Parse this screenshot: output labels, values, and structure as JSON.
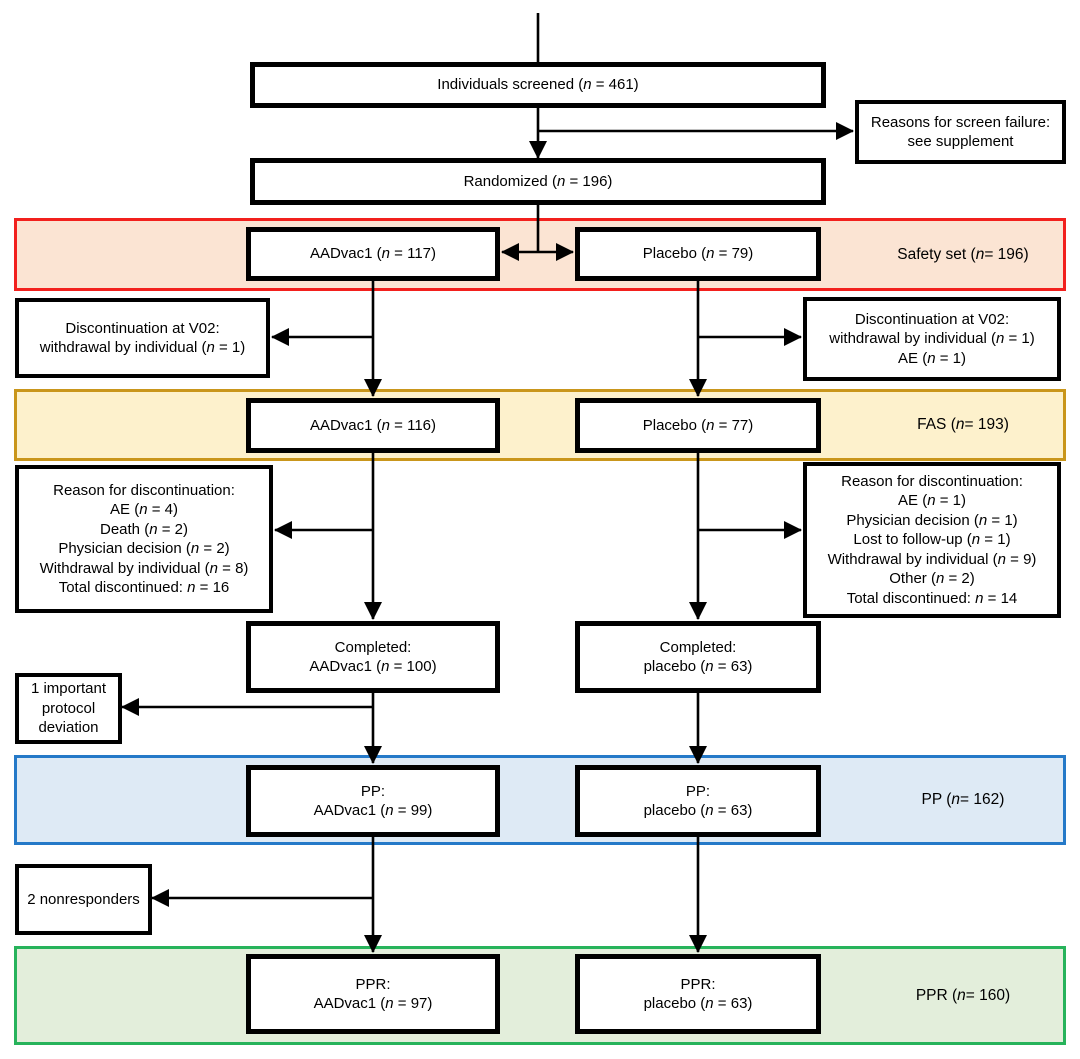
{
  "figure": {
    "type": "consort-flow-diagram",
    "boxes": {
      "screened": [
        "Individuals screened (*n* = 461)"
      ],
      "screen_failure": [
        "Reasons for screen failure:",
        "see supplement"
      ],
      "randomized": [
        "Randomized (*n* = 196)"
      ],
      "safety_aadvac1": [
        "AADvac1 (*n* = 117)"
      ],
      "safety_placebo": [
        "Placebo (*n* = 79)"
      ],
      "v02_left": [
        "Discontinuation at V02:",
        "withdrawal by individual (*n* = 1)"
      ],
      "v02_right": [
        "Discontinuation at V02:",
        "withdrawal by individual (*n* = 1)",
        "AE (*n* = 1)"
      ],
      "fas_aadvac1": [
        "AADvac1 (*n* = 116)"
      ],
      "fas_placebo": [
        "Placebo (*n* = 77)"
      ],
      "disc_left": [
        "Reason for discontinuation:",
        "AE (*n* = 4)",
        "Death (*n* = 2)",
        "Physician decision (*n* = 2)",
        "Withdrawal by individual (*n* = 8)",
        "Total discontinued: *n* = 16"
      ],
      "disc_right": [
        "Reason for discontinuation:",
        "AE (*n* = 1)",
        "Physician decision (*n* = 1)",
        "Lost to follow-up (*n* = 1)",
        "Withdrawal by individual (*n* = 9)",
        "Other (*n* = 2)",
        "Total discontinued: *n* = 14"
      ],
      "completed_aadvac1": [
        "Completed:",
        "AADvac1 (*n* = 100)"
      ],
      "completed_placebo": [
        "Completed:",
        "placebo (*n* = 63)"
      ],
      "protocol_deviation": [
        "1 important",
        "protocol",
        "deviation"
      ],
      "pp_aadvac1": [
        "PP:",
        "AADvac1 (*n* = 99)"
      ],
      "pp_placebo": [
        "PP:",
        "placebo (*n* = 63)"
      ],
      "nonresponders": [
        "2 nonresponders"
      ],
      "ppr_aadvac1": [
        "PPR:",
        "AADvac1 (*n* = 97)"
      ],
      "ppr_placebo": [
        "PPR:",
        "placebo (*n* = 63)"
      ]
    },
    "bands": {
      "safety": {
        "label": "Safety set (*n* = 196)",
        "border": "#f2201d",
        "fill": "#fbe4d3"
      },
      "fas": {
        "label": "FAS (*n* = 193)",
        "border": "#c9961b",
        "fill": "#fdf1cc"
      },
      "pp": {
        "label": "PP (*n* = 162)",
        "border": "#2579c8",
        "fill": "#deeaf5"
      },
      "ppr": {
        "label": "PPR (*n* = 160)",
        "border": "#27b35b",
        "fill": "#e3eedb"
      }
    },
    "arrow_color": "#000000",
    "box_border_color": "#000000"
  }
}
